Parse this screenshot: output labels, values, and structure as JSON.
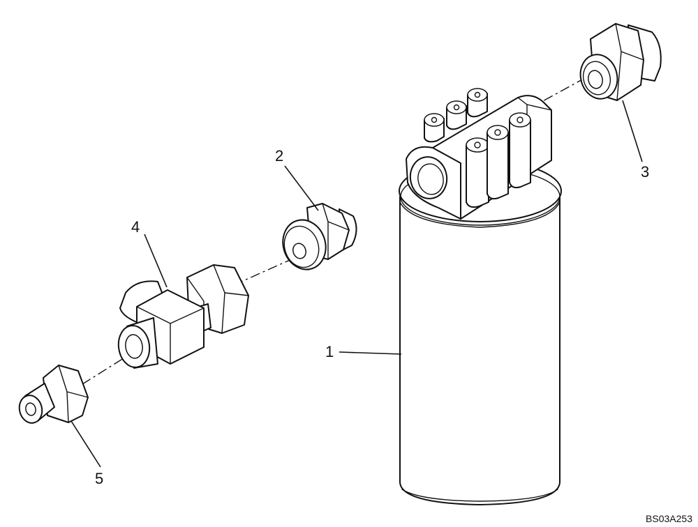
{
  "callouts": {
    "c1": "1",
    "c2": "2",
    "c3": "3",
    "c4": "4",
    "c5": "5"
  },
  "figure_code": "BS03A253"
}
